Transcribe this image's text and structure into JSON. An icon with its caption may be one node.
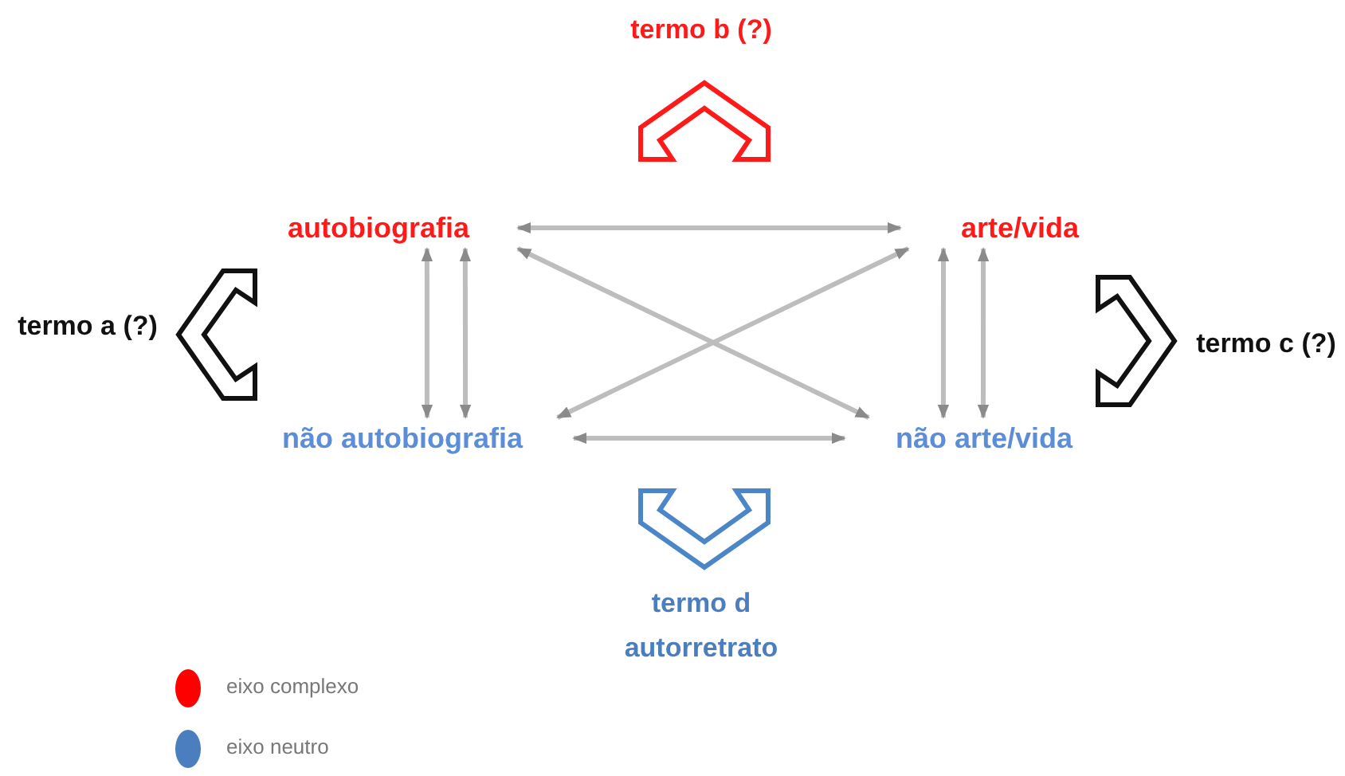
{
  "diagram": {
    "nodes": [
      {
        "text": [
          "autobiografia"
        ]
      },
      {
        "text": [
          "arte/vida"
        ]
      },
      {
        "text": [
          "não autobiografia"
        ]
      },
      {
        "text": [
          "não arte/vida"
        ]
      }
    ],
    "edges": [
      {
        "from": 0,
        "to": 1,
        "arrow": "both"
      },
      {
        "from": 0,
        "to": 3,
        "arrow": "both"
      },
      {
        "from": 1,
        "to": 2,
        "arrow": "both"
      },
      {
        "from": 0,
        "to": 2,
        "arrow": "both"
      },
      {
        "from": 0,
        "to": 2,
        "arrow": "both"
      },
      {
        "from": 1,
        "to": 3,
        "arrow": "both"
      },
      {
        "from": 1,
        "to": 3,
        "arrow": "both"
      },
      {
        "from": 2,
        "to": 3,
        "arrow": "both"
      }
    ],
    "labels": [
      "termo b (?)",
      "termo a (?)",
      "termo c (?)",
      "termo d",
      "autorretrato"
    ],
    "legend": [
      {
        "text": "eixo complexo",
        "color": "#ff0000"
      },
      {
        "text": "eixo neutro",
        "color": "#4a7ebf"
      }
    ]
  }
}
